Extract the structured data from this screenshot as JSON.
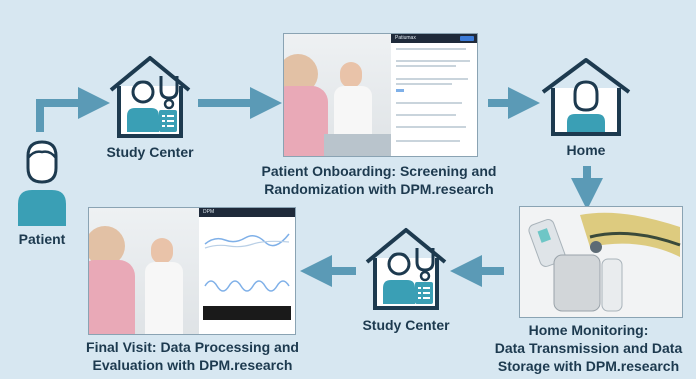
{
  "nodes": {
    "patient": {
      "label": "Patient"
    },
    "study_center_top": {
      "label": "Study Center"
    },
    "onboarding": {
      "label_line1": "Patient Onboarding: Screening and",
      "label_line2": "Randomization with DPM.research"
    },
    "home": {
      "label": "Home"
    },
    "home_monitoring": {
      "label_line1": "Home Monitoring:",
      "label_line2": "Data Transmission and Data",
      "label_line3": "Storage with DPM.research"
    },
    "study_center_bottom": {
      "label": "Study Center"
    },
    "final_visit": {
      "label_line1": "Final Visit: Data Processing and",
      "label_line2": "Evaluation with DPM.research"
    }
  },
  "colors": {
    "background": "#d7e7f1",
    "accent": "#3a9fb5",
    "arrow": "#5b9ab6",
    "label": "#1d3a4f"
  },
  "icons": [
    "person-icon",
    "house-icon",
    "stethoscope-icon",
    "clipboard-icon",
    "arrow-icon"
  ]
}
